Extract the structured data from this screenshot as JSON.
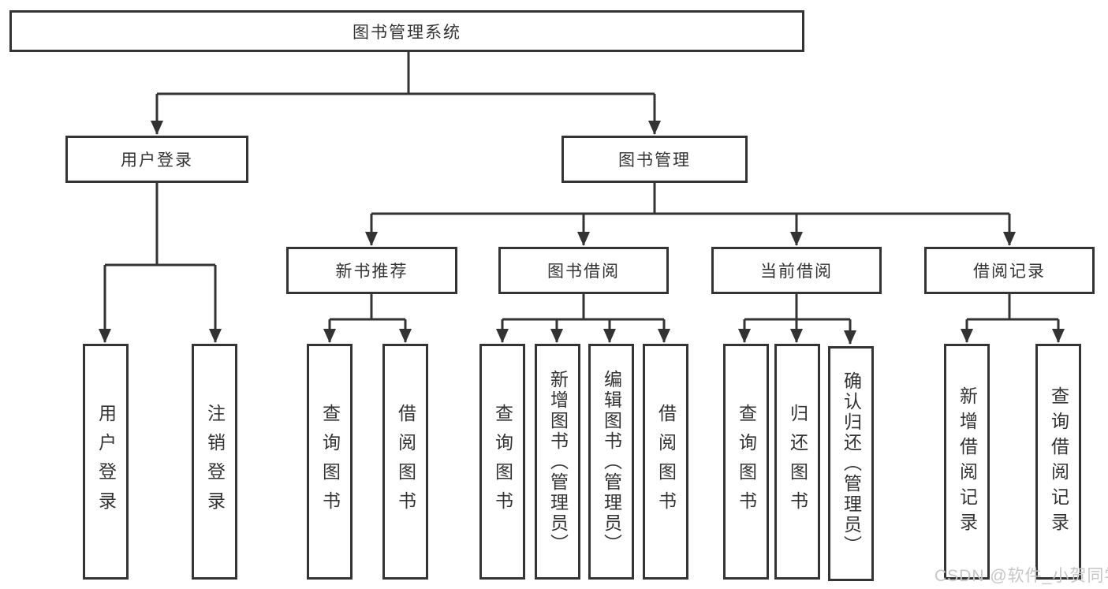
{
  "diagram": {
    "title": "图书管理系统",
    "root": {
      "label": "图书管理系统"
    },
    "level2": [
      {
        "id": "user-login",
        "label": "用户登录"
      },
      {
        "id": "book-management",
        "label": "图书管理"
      }
    ],
    "level3": [
      {
        "id": "new-book-recommend",
        "label": "新书推荐",
        "parent": "图书管理"
      },
      {
        "id": "book-borrowing",
        "label": "图书借阅",
        "parent": "图书管理"
      },
      {
        "id": "current-borrowing",
        "label": "当前借阅",
        "parent": "图书管理"
      },
      {
        "id": "borrow-records",
        "label": "借阅记录",
        "parent": "图书管理"
      }
    ],
    "leaves": [
      {
        "label": "用户登录",
        "parent": "用户登录"
      },
      {
        "label": "注销登录",
        "parent": "用户登录"
      },
      {
        "label": "查询图书",
        "parent": "新书推荐"
      },
      {
        "label": "借阅图书",
        "parent": "新书推荐"
      },
      {
        "label": "查询图书",
        "parent": "图书借阅"
      },
      {
        "label": "新增图书（管理员）",
        "parent": "图书借阅"
      },
      {
        "label": "编辑图书（管理员）",
        "parent": "图书借阅"
      },
      {
        "label": "借阅图书",
        "parent": "图书借阅"
      },
      {
        "label": "查询图书",
        "parent": "当前借阅"
      },
      {
        "label": "归还图书",
        "parent": "当前借阅"
      },
      {
        "label": "确认归还（管理员）",
        "parent": "当前借阅"
      },
      {
        "label": "新增借阅记录",
        "parent": "借阅记录"
      },
      {
        "label": "查询借阅记录",
        "parent": "借阅记录"
      }
    ]
  },
  "watermark": {
    "text": "CSDN @软件_小贺同学"
  },
  "colors": {
    "line": "#333333",
    "border": "#343434",
    "text": "#333333",
    "background": "#ffffff",
    "watermark": "#c6c6c6"
  }
}
